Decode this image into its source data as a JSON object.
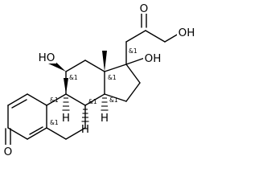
{
  "atom_labels": {
    "ketone_o": "O",
    "side_chain_o": "O",
    "oh_terminal": "OH",
    "oh_c17": "OH",
    "ho_c11": "HO",
    "h_c8": "H",
    "h_c9": "H",
    "h_c14": "H"
  },
  "stereo_marks": {
    "c11": "&1",
    "c17": "&1",
    "c13": "&1",
    "c14": "&1",
    "c8": "&1",
    "c9": "&1",
    "c10": "&1"
  }
}
